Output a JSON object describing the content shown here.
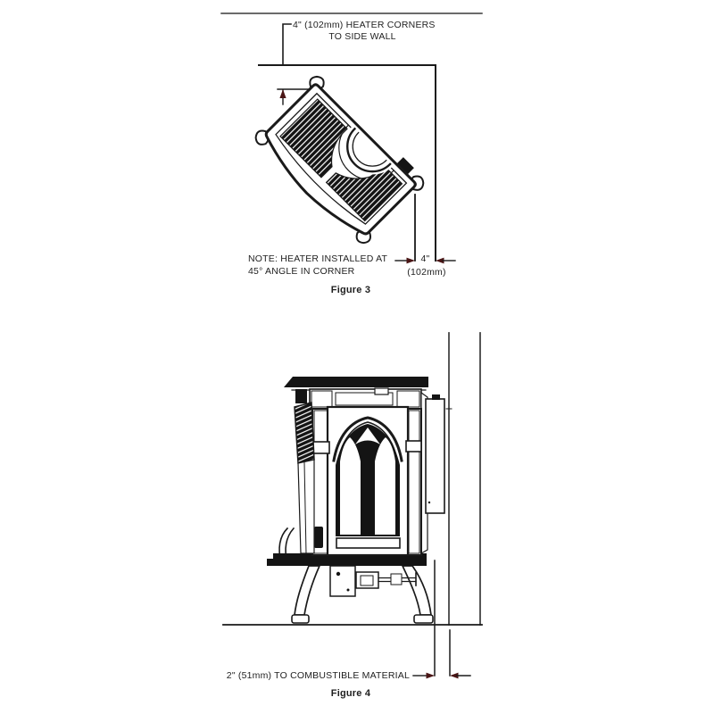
{
  "document": {
    "figure3": {
      "callout": {
        "line1": "4\" (102mm) HEATER CORNERS",
        "line2": "TO SIDE WALL"
      },
      "note": {
        "line1": "NOTE: HEATER INSTALLED AT",
        "line2": "45° ANGLE IN CORNER"
      },
      "dimension": {
        "value": "4\"",
        "metric": "(102mm)"
      },
      "caption": "Figure 3"
    },
    "figure4": {
      "clearance": "2\" (51mm) TO COMBUSTIBLE MATERIAL",
      "caption": "Figure 4"
    },
    "colors": {
      "line": "#1a1a1a",
      "wall_line": "#3a3a3a",
      "arrowhead": "#4a1515",
      "background": "#ffffff"
    }
  }
}
